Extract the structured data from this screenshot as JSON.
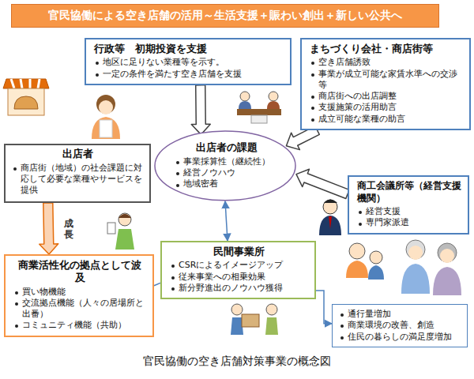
{
  "diagram": {
    "title": "官民協働による空き店舗の活用～生活支援＋賑わい創出＋新しい公共へ",
    "caption": "官民協働の空き店舗対策事業の概念図",
    "nodes": [
      {
        "text": [
          "行政等　初期投資を支援",
          "地区に足りない業種等を示す。",
          "一定の条件を満たす空き店舗を支援"
        ]
      },
      {
        "text": [
          "まちづくり会社・商店街等",
          "空き店舗誘致",
          "事業が成立可能な家賃水準への交渉等",
          "商店街への出店調整",
          "支援施策の活用助言",
          "成立可能な業種の助言"
        ]
      },
      {
        "text": [
          "出店者",
          "商店街（地域）の社会課題に対応して必要な業種やサービスを提供"
        ]
      },
      {
        "text": [
          "出店者の課題",
          "事業採算性（継続性）",
          "経営ノウハウ",
          "地域密着"
        ]
      },
      {
        "text": [
          "商工会議所等（経営支援機関）",
          "経営支援",
          "専門家派遣"
        ]
      },
      {
        "text": [
          "商業活性化の拠点として波及",
          "買い物機能",
          "交流拠点機能（人々の居場所と出番）",
          "コミュニティ機能（共助）"
        ]
      },
      {
        "text": [
          "民間事業所",
          "CSRによるイメージアップ",
          "従来事業への相乗効果",
          "新分野進出のノウハウ獲得"
        ]
      },
      {
        "text": [
          "通行量増加",
          "商業環境の改善、創造",
          "住民の暮らしの満足度増加"
        ]
      }
    ],
    "edges": [
      {
        "from": 0,
        "to": 3,
        "arrow": "to"
      },
      {
        "from": 1,
        "to": 3,
        "arrow": "to"
      },
      {
        "from": 4,
        "to": 3,
        "arrow": "to"
      },
      {
        "from": 2,
        "to": 5,
        "label": "成長",
        "arrow": "to"
      },
      {
        "from": 3,
        "to": 6,
        "arrow": "both"
      },
      {
        "from": 6,
        "to": 5,
        "arrow": "none"
      },
      {
        "from": 6,
        "to": 7,
        "arrow": "to"
      }
    ]
  }
}
